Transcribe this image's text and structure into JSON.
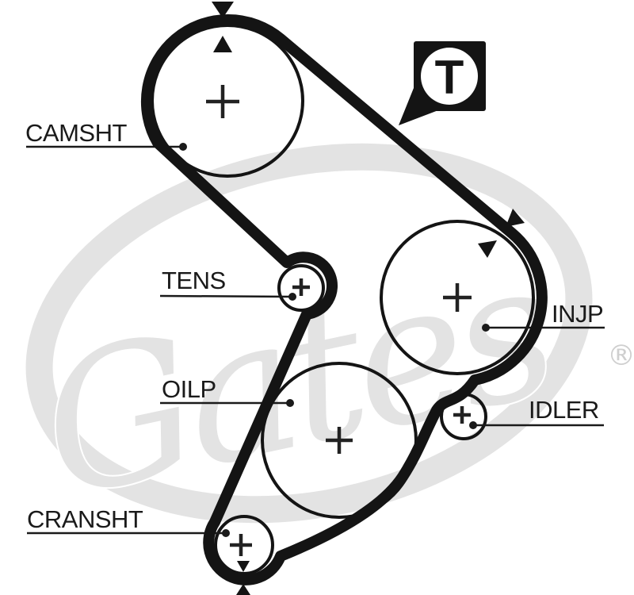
{
  "diagram": {
    "kind": "timing-belt-routing-diagram",
    "badge": {
      "letter": "T"
    },
    "watermark": {
      "brand": "Gates",
      "registered_mark": "®"
    },
    "pulleys": {
      "camsht": {
        "label": "CAMSHT"
      },
      "tens": {
        "label": "TENS"
      },
      "oilp": {
        "label": "OILP"
      },
      "cransht": {
        "label": "CRANSHT"
      },
      "injp": {
        "label": "INJP"
      },
      "idler": {
        "label": "IDLER"
      }
    },
    "colors": {
      "line": "#141414",
      "watermark_gray": "#e3e3e3",
      "registered_gray": "#cfcfcf",
      "background": "#ffffff"
    }
  }
}
